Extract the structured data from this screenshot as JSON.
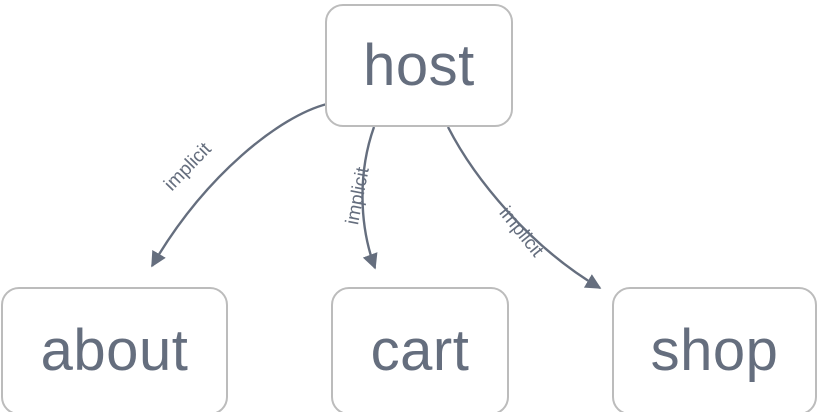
{
  "diagram": {
    "type": "directed-graph",
    "background_color": "#ffffff",
    "node_border_color": "#bcbcbc",
    "node_fill_color": "#ffffff",
    "text_color": "#656e7e",
    "edge_color": "#656e7e",
    "nodes": [
      {
        "id": "host",
        "label": "host"
      },
      {
        "id": "about",
        "label": "about"
      },
      {
        "id": "cart",
        "label": "cart"
      },
      {
        "id": "shop",
        "label": "shop"
      }
    ],
    "edges": [
      {
        "id": "host-about",
        "from": "host",
        "to": "about",
        "label": "implicit",
        "arrowhead": "solid-triangle"
      },
      {
        "id": "host-cart",
        "from": "host",
        "to": "cart",
        "label": "implicit",
        "arrowhead": "solid-triangle"
      },
      {
        "id": "host-shop",
        "from": "host",
        "to": "shop",
        "label": "implicit",
        "arrowhead": "solid-triangle"
      }
    ]
  }
}
